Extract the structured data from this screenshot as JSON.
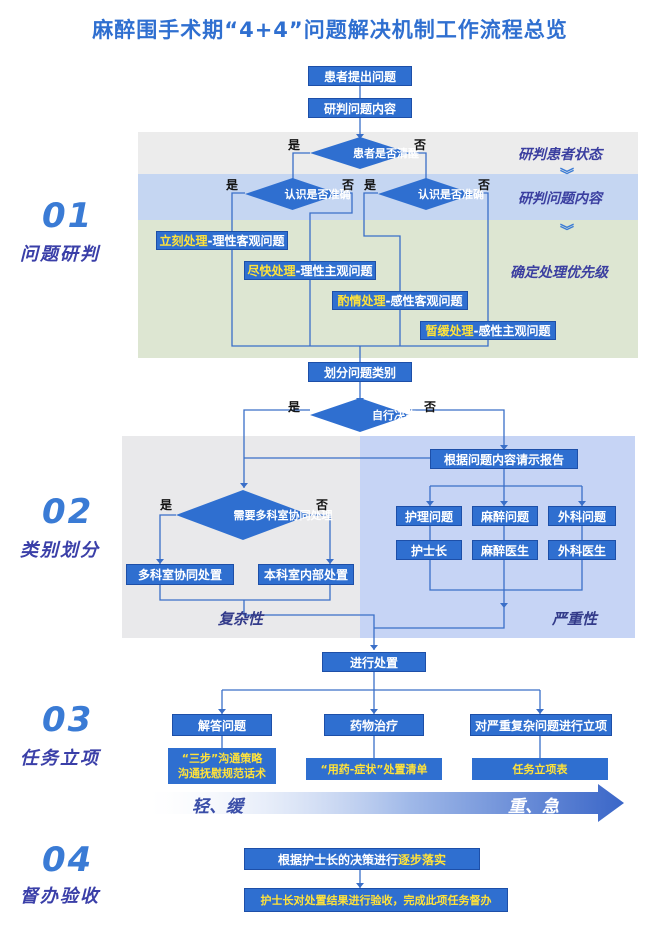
{
  "title": "麻醉围手术期“4+4”问题解决机制工作流程总览",
  "sections": [
    {
      "num": "01",
      "title": "问题研判"
    },
    {
      "num": "02",
      "title": "类别划分"
    },
    {
      "num": "03",
      "title": "任务立项"
    },
    {
      "num": "04",
      "title": "督办验收"
    }
  ],
  "bands": {
    "band1": "研判患者状态",
    "band2": "研判问题内容",
    "band3": "确定处理优先级"
  },
  "flow": {
    "start": "患者提出问题",
    "judge": "研判问题内容",
    "d_awake": "患者是否清醒",
    "d_left": "认识是否准确",
    "d_right": "认识是否准确",
    "yes": "是",
    "no": "否",
    "p1_hl": "立刻处理",
    "p1_rest": "-理性客观问题",
    "p2_hl": "尽快处理",
    "p2_rest": "-理性主观问题",
    "p3_hl": "酌情处理",
    "p3_rest": "-感性客观问题",
    "p4_hl": "暂缓处理",
    "p4_rest": "-感性主观问题",
    "classify": "划分问题类别",
    "d_self": "自行决策",
    "d_multi": "需要多科室协同处理",
    "multi_yes": "多科室协同处置",
    "multi_no": "本科室内部处置",
    "report": "根据问题内容请示报告",
    "nurse_q": "护理问题",
    "anes_q": "麻醉问题",
    "surg_q": "外科问题",
    "nurse_head": "护士长",
    "anes_doc": "麻醉医生",
    "surg_doc": "外科医生",
    "complex": "复杂性",
    "severe": "严重性",
    "process": "进行处置",
    "answer": "解答问题",
    "drug": "药物治疗",
    "project": "对严重复杂问题进行立项",
    "answer_sub1": "“三步”沟通策略",
    "answer_sub2": "沟通抚慰规范话术",
    "drug_sub": "“用药-症状”处置清单",
    "project_sub": "任务立项表",
    "light": "轻、缓",
    "heavy": "重、急",
    "implement_pre": "根据护士长的决策进行",
    "implement_hl": "逐步落实",
    "accept": "护士长对处置结果进行验收，完成此项任务督办"
  }
}
